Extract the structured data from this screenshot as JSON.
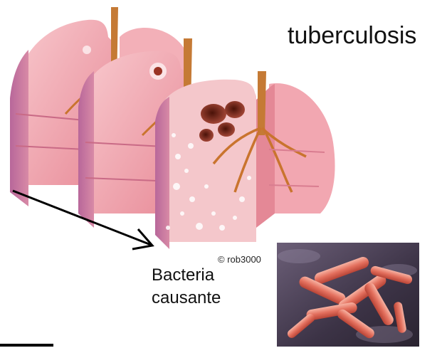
{
  "title": "tuberculosis",
  "credit": "© rob3000",
  "caption": {
    "line1": "Bacteria",
    "line2": "causante"
  },
  "colors": {
    "lung_light": "#f5b2ba",
    "lung_mid": "#e98a98",
    "lung_dark": "#a95b88",
    "bronchus": "#c9742e",
    "cavity": "#8f2a1e",
    "bacteria": "#ea7d6a",
    "background_tissue": "#4a3f55",
    "arrow": "#000000"
  }
}
